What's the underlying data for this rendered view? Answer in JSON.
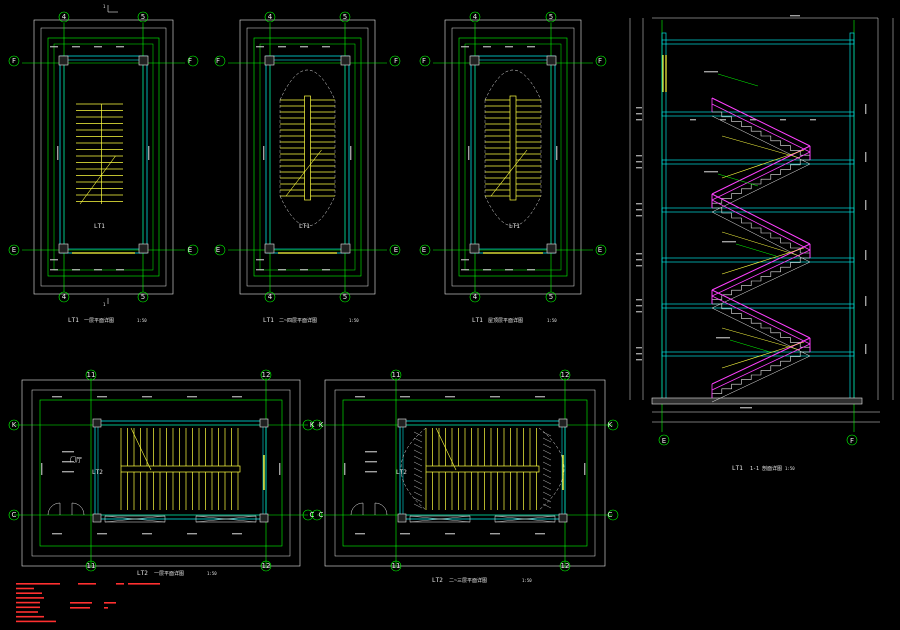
{
  "colors": {
    "background": "#000000",
    "wall": "#00e0e0",
    "grid": "#00ff00",
    "stair": "#ffff40",
    "rail": "#ff40ff",
    "dim": "#e8e8e8",
    "note": "#ff3030"
  },
  "plans": [
    {
      "title": "LT1",
      "subtitle": "一层平面详图",
      "scale": "1:50",
      "cols": [
        "4",
        "5"
      ],
      "rows": [
        "F",
        "E"
      ]
    },
    {
      "title": "LT1",
      "subtitle": "二~四层平面详图",
      "scale": "1:50",
      "cols": [
        "4",
        "5"
      ],
      "rows": [
        "F",
        "E"
      ]
    },
    {
      "title": "LT1",
      "subtitle": "屋顶层平面详图",
      "scale": "1:50",
      "cols": [
        "4",
        "5"
      ],
      "rows": [
        "F",
        "E"
      ]
    }
  ],
  "plans2": [
    {
      "title": "LT2",
      "subtitle": "一层平面详图",
      "scale": "1:50",
      "cols": [
        "11",
        "12"
      ],
      "rows": [
        "K",
        "C"
      ],
      "tag": "LT2"
    },
    {
      "title": "LT2",
      "subtitle": "二~三层平面详图",
      "scale": "1:50",
      "cols": [
        "11",
        "12"
      ],
      "rows": [
        "K",
        "C"
      ],
      "tag": "LT2"
    }
  ],
  "section": {
    "title": "LT1",
    "subtitle": "1-1 剖面详图",
    "scale": "1:50",
    "cols": [
      "E",
      "F"
    ]
  },
  "marks": {
    "section_cut": "1",
    "room_label": "门厅"
  }
}
